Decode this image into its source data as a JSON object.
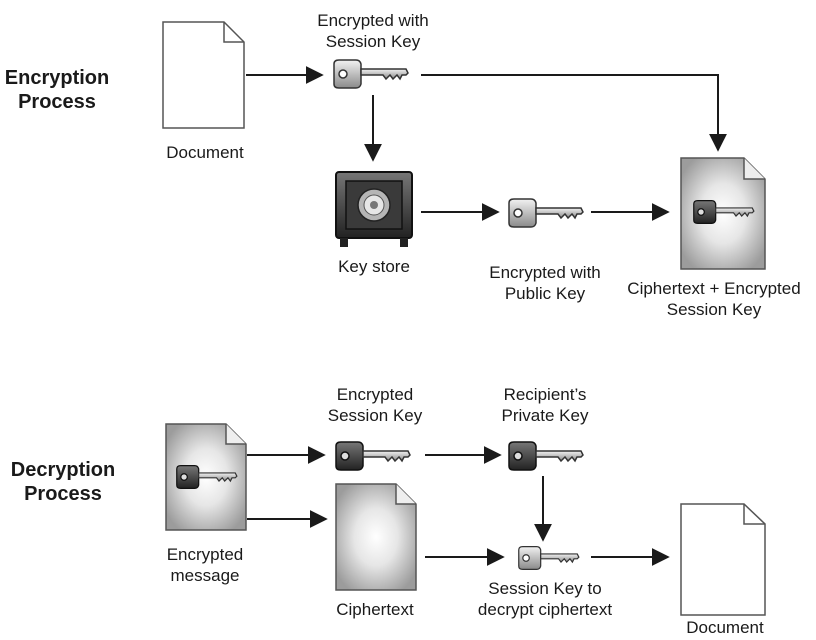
{
  "encryption": {
    "section_title": "Encryption\nProcess",
    "document_label": "Document",
    "session_key_label": "Encrypted with\nSession Key",
    "key_store_label": "Key store",
    "public_key_label": "Encrypted with\nPublic Key",
    "output_label": "Ciphertext + Encrypted\nSession Key"
  },
  "decryption": {
    "section_title": "Decryption\nProcess",
    "encrypted_message_label": "Encrypted\nmessage",
    "encrypted_session_key_label": "Encrypted\nSession Key",
    "private_key_label": "Recipient’s\nPrivate Key",
    "ciphertext_label": "Ciphertext",
    "session_key_label": "Session Key to\ndecrypt ciphertext",
    "document_label": "Document"
  }
}
